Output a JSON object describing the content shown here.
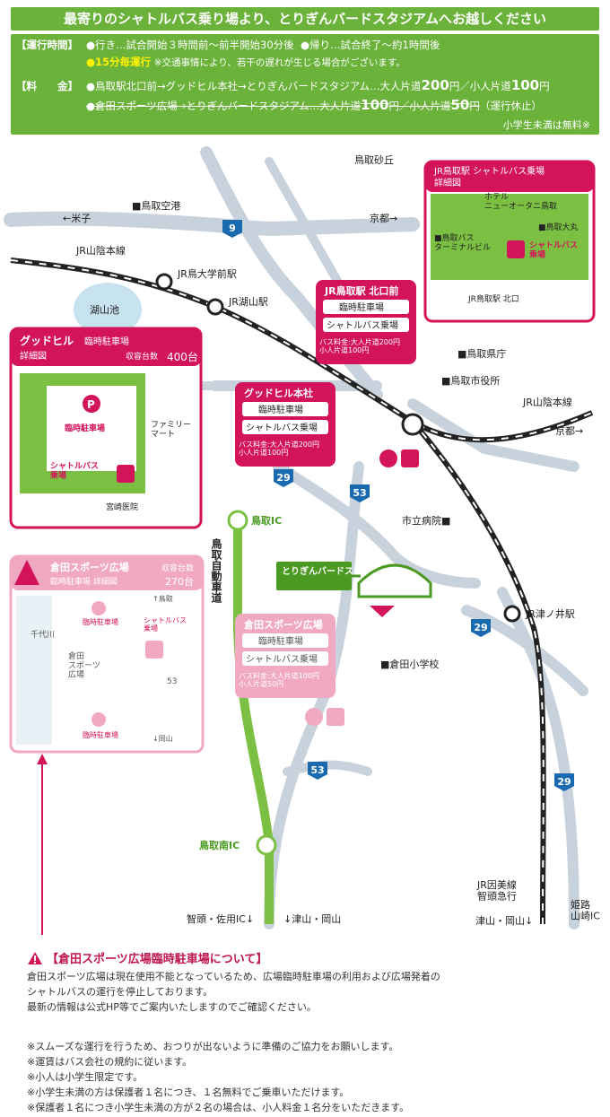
{
  "header": {
    "title": "最寄りのシャトルバス乗り場より、とりぎんバードスタジアムへお越しください"
  },
  "info": {
    "hours_label": "【運行時間】",
    "hours_go": "●行き…試合開始３時間前～前半開始30分後",
    "hours_return": "●帰り…試合終了～約1時間後",
    "interval": "●15分毎運行",
    "interval_note": "※交通事情により、若干の遅れが生じる場合がございます。",
    "fare_label": "【料　　金】",
    "fare1_route": "●鳥取駅北口前→グッドヒル本社→とりぎんバードスタジアム…大人片道",
    "fare1_adult": "200",
    "fare1_child_label": "円／小人片道",
    "fare1_child": "100",
    "fare1_yen": "円",
    "fare2_route": "●倉田スポーツ広場→とりぎんバードスタジアム…大人片道",
    "fare2_adult": "100",
    "fare2_child_label": "円／小人片道",
    "fare2_child": "50",
    "fare2_yen": "円",
    "fare2_status": "（運行休止）",
    "free_note": "小学生未満は無料※"
  },
  "map": {
    "places": {
      "tottori_sakyu": "鳥取砂丘",
      "tottori_airport": "■鳥取空港",
      "yonago": "←米子",
      "kyoto_top": "京都→",
      "jr_sanin_left": "JR山陰本線",
      "jr_tottori_univ": "JR鳥大学前駅",
      "jr_koyama": "JR湖山駅",
      "koyama_lake": "湖山池",
      "pref_office": "■鳥取県庁",
      "city_office": "■鳥取市役所",
      "jr_sanin_right": "JR山陰本線",
      "kyoto_right": "京都→",
      "city_hospital": "市立病院■",
      "tottori_ic": "鳥取IC",
      "expressway": "鳥取自動車道",
      "stadium": "とりぎんバードスタジアム",
      "kurata_school": "■倉田小学校",
      "jr_tsunoi": "JR津ノ井駅",
      "tottori_minami_ic": "鳥取南IC",
      "chizu": "智頭・佐用IC↓",
      "tsuyama1": "↓津山・岡山",
      "jr_inbi": "JR因美線\n智頭急行",
      "tsuyama2": "津山・岡山↓",
      "himeji": "姫路\n山崎IC"
    },
    "routes": {
      "r9": "9",
      "r29a": "29",
      "r53a": "53",
      "r29b": "29",
      "r53b": "53",
      "r29c": "29"
    },
    "jr_box": {
      "title": "JR鳥取駅 シャトルバス乗場",
      "subtitle": "詳細図",
      "hotel": "ホテル\nニューオータニ鳥取",
      "daimaru": "■鳥取大丸",
      "terminal": "■鳥取バス\nターミナルビル",
      "bus": "シャトルバス\n乗場",
      "north_exit": "JR鳥取駅 北口"
    },
    "jr_callout": {
      "title": "JR鳥取駅 北口前",
      "parking": "臨時駐車場",
      "bus": "シャトルバス乗場",
      "fare": "バス料金:大人片道200円\n小人片道100円"
    },
    "goodhill_box": {
      "title": "グッドヒル",
      "subtitle": "臨時駐車場",
      "detail": "詳細図",
      "cap_label": "収容台数",
      "cap_value": "400台",
      "parking": "臨時駐車場",
      "mart": "ファミリー\nマート",
      "bus": "シャトルバス\n乗場",
      "clinic": "宮崎医院"
    },
    "goodhill_callout": {
      "title": "グッドヒル本社",
      "parking": "臨時駐車場",
      "bus": "シャトルバス乗場",
      "fare": "バス料金:大人片道200円\n小人片道100円"
    },
    "kurata_box": {
      "title": "倉田スポーツ広場",
      "subtitle": "臨時駐車場 詳細図",
      "cap_label": "収容台数",
      "cap_value": "270台",
      "river": "千代川",
      "field": "倉田\nスポーツ\n広場",
      "parking": "臨時駐車場",
      "bus": "シャトルバス\n乗場",
      "tottori": "↑鳥取",
      "okayama": "↓岡山",
      "r53": "53"
    },
    "kurata_callout": {
      "title": "倉田スポーツ広場",
      "parking": "臨時駐車場",
      "bus": "シャトルバス乗場",
      "fare": "バス料金:大人片道100円\n小人片道50円"
    }
  },
  "notice": {
    "title": "【倉田スポーツ広場臨時駐車場について】",
    "body1": "倉田スポーツ広場は現在使用不能となっているため、広場臨時駐車場の利用および広場発着の",
    "body2": "シャトルバスの運行を停止しております。",
    "body3": "最新の情報は公式HP等でご案内いたしますのでご確認ください。"
  },
  "notes": [
    "※スムーズな運行を行うため、おつりが出ないように準備のご協力をお願いします。",
    "※運賃はバス会社の規約に従います。",
    "※小人は小学生限定です。",
    "※小学生未満の方は保護者１名につき、１名無料でご乗車いただけます。",
    "※保護者１名につき小学生未満の方が２名の場合は、小人料金１名分をいただきます。"
  ],
  "colors": {
    "green": "#6ab23a",
    "magenta": "#d3145a",
    "pink": "#f1a9c2",
    "road": "#c8d2dc",
    "rail": "#222222"
  }
}
